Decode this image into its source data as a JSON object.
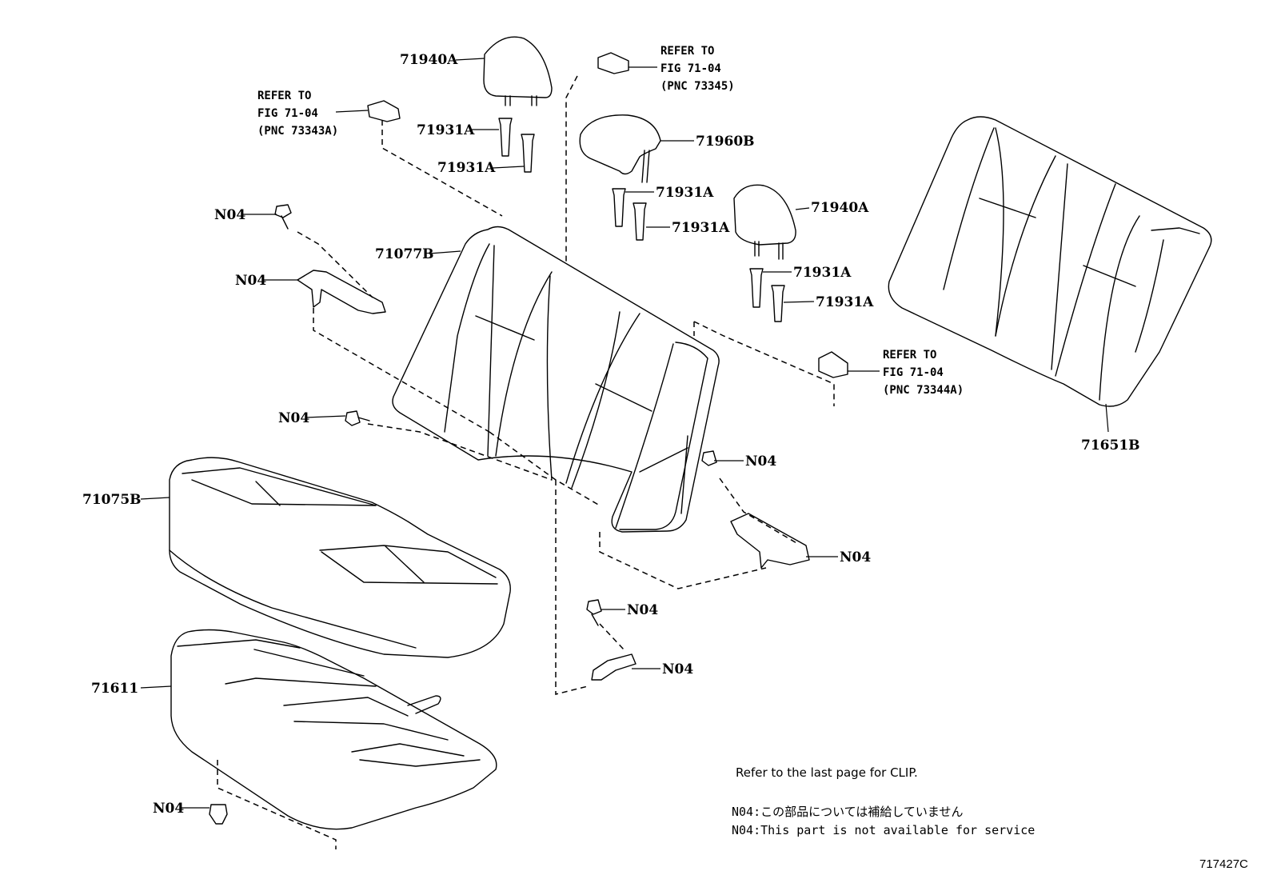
{
  "parts": {
    "headrest_outer_left": "71940A",
    "headrest_center": "71960B",
    "headrest_outer_right": "71940A",
    "support_1": "71931A",
    "support_2": "71931A",
    "support_3": "71931A",
    "support_4": "71931A",
    "support_5": "71931A",
    "support_6": "71931A",
    "seatback_assy": "71077B",
    "cushion_assy": "71075B",
    "cushion_cover": "71611",
    "seatback_cover": "71651B"
  },
  "n04": {
    "bolt_upper_left": "N04",
    "bracket_upper_left": "N04",
    "bolt_mid_left": "N04",
    "bolt_right": "N04",
    "bracket_right": "N04",
    "bolt_center": "N04",
    "bracket_center": "N04",
    "clip_bottom": "N04"
  },
  "refs": {
    "left": [
      "REFER TO",
      "FIG 71-04",
      "(PNC 73343A)"
    ],
    "center": [
      "REFER TO",
      "FIG 71-04",
      "(PNC 73345)"
    ],
    "right": [
      "REFER TO",
      "FIG 71-04",
      "(PNC 73344A)"
    ]
  },
  "notes": {
    "clip": "Refer to the last page for CLIP.",
    "n04_jp": "N04:この部品については補給していません",
    "n04_en": "N04:This part is not available for service"
  },
  "illustration_id": "717427C"
}
